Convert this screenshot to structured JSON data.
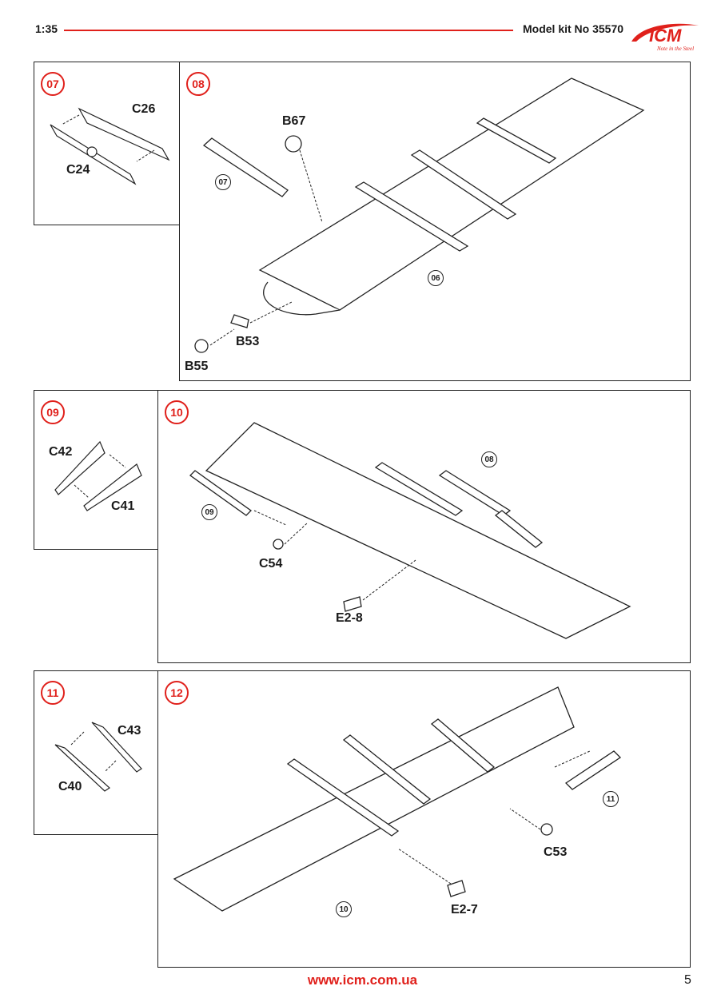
{
  "header": {
    "scale": "1:35",
    "model": "Model kit No 35570",
    "logo_text": "ICM",
    "logo_tagline": "Note in the Steel"
  },
  "steps": {
    "s07": {
      "number": "07",
      "labels": {
        "c26": "C26",
        "c24": "C24"
      }
    },
    "s08": {
      "number": "08",
      "labels": {
        "b67": "B67",
        "b53": "B53",
        "b55": "B55"
      },
      "refs": {
        "r07": "07",
        "r06": "06"
      }
    },
    "s09": {
      "number": "09",
      "labels": {
        "c42": "C42",
        "c41": "C41"
      }
    },
    "s10": {
      "number": "10",
      "labels": {
        "c54": "C54",
        "e28": "E2-8"
      },
      "refs": {
        "r08": "08",
        "r09": "09"
      }
    },
    "s11": {
      "number": "11",
      "labels": {
        "c43": "C43",
        "c40": "C40"
      }
    },
    "s12": {
      "number": "12",
      "labels": {
        "c53": "C53",
        "e27": "E2-7"
      },
      "refs": {
        "r11": "11",
        "r10": "10"
      }
    }
  },
  "footer": {
    "url": "www.icm.com.ua",
    "page": "5"
  }
}
